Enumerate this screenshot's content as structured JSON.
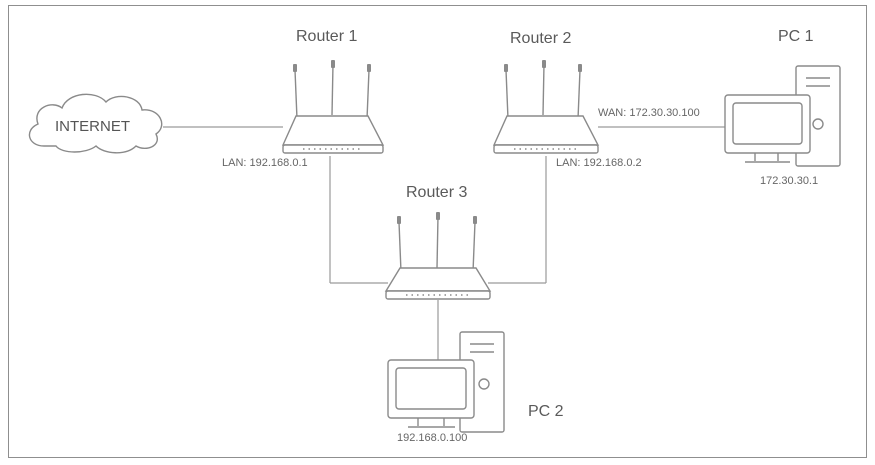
{
  "diagram": {
    "internet_label": "INTERNET",
    "routers": [
      {
        "name": "Router 1",
        "port_label": "LAN: 192.168.0.1"
      },
      {
        "name": "Router 2",
        "port_label": "LAN: 192.168.0.2",
        "wan_label": "WAN: 172.30.30.100"
      },
      {
        "name": "Router 3"
      }
    ],
    "pcs": [
      {
        "name": "PC 1",
        "ip": "172.30.30.1"
      },
      {
        "name": "PC 2",
        "ip": "192.168.0.100"
      }
    ],
    "colors": {
      "line": "#9a9a9a",
      "device_stroke": "#8a8a8a",
      "text": "#555555"
    }
  }
}
